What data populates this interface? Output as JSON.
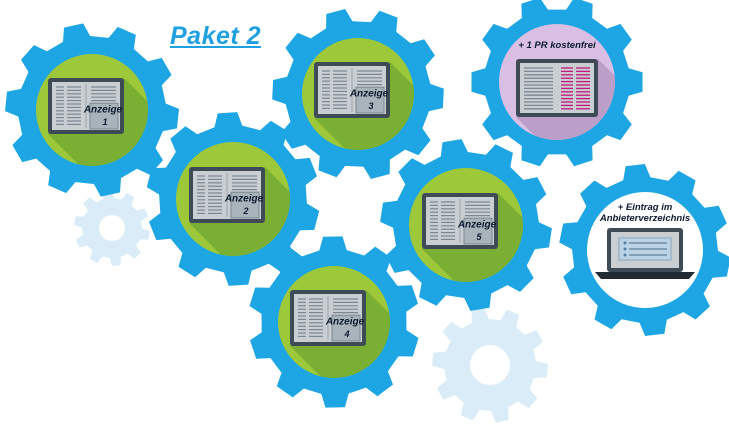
{
  "title": "Paket 2",
  "gears": [
    {
      "id": "gear-anzeige-1",
      "kind": "newspaper",
      "label_line1": "Anzeige",
      "label_line2": "1"
    },
    {
      "id": "gear-anzeige-2",
      "kind": "newspaper",
      "label_line1": "Anzeige",
      "label_line2": "2"
    },
    {
      "id": "gear-anzeige-3",
      "kind": "newspaper",
      "label_line1": "Anzeige",
      "label_line2": "3"
    },
    {
      "id": "gear-anzeige-4",
      "kind": "newspaper",
      "label_line1": "Anzeige",
      "label_line2": "4"
    },
    {
      "id": "gear-anzeige-5",
      "kind": "newspaper",
      "label_line1": "Anzeige",
      "label_line2": "5"
    },
    {
      "id": "gear-pr",
      "kind": "pr",
      "caption_line1": "+ 1 PR kostenfrei"
    },
    {
      "id": "gear-verzeichnis",
      "kind": "laptop",
      "caption_line1": "+ Eintrag im",
      "caption_line2": "Anbieterverzeichnis"
    }
  ],
  "colors": {
    "gear_blue": "#1ea6e4",
    "inner_green": "#9dc83a",
    "inner_lilac": "#d8bfe3",
    "inner_white": "#ffffff",
    "shadow": "#5f9a2e",
    "paper": "#c9ced3",
    "frame": "#3e4a56",
    "pr_magenta": "#c2167a",
    "ghost_gear": "#d9ecf8",
    "title": "#1fa0e0"
  },
  "icons": [
    "gear-icon",
    "newspaper-icon",
    "laptop-icon"
  ]
}
